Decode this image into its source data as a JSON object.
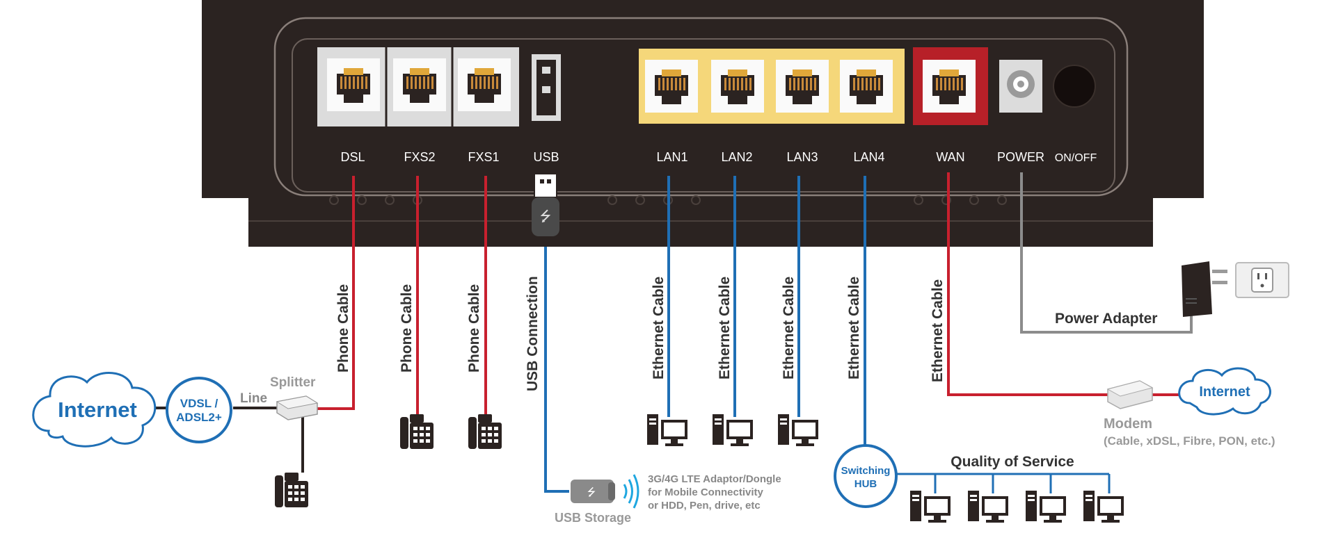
{
  "ports": {
    "dsl": "DSL",
    "fxs2": "FXS2",
    "fxs1": "FXS1",
    "usb": "USB",
    "lan1": "LAN1",
    "lan2": "LAN2",
    "lan3": "LAN3",
    "lan4": "LAN4",
    "wan": "WAN",
    "power": "POWER",
    "onoff": "ON/OFF"
  },
  "cables": {
    "dsl": "Phone Cable",
    "fxs2": "Phone Cable",
    "fxs1": "Phone Cable",
    "usb": "USB Connection",
    "lan1": "Ethernet Cable",
    "lan2": "Ethernet Cable",
    "lan3": "Ethernet Cable",
    "lan4": "Ethernet Cable",
    "wan": "Ethernet Cable"
  },
  "labels": {
    "internet_left": "Internet",
    "vdsl_line1": "VDSL /",
    "vdsl_line2": "ADSL2+",
    "line": "Line",
    "splitter": "Splitter",
    "usb_storage": "USB Storage",
    "dongle_line1": "3G/4G LTE Adaptor/Dongle",
    "dongle_line2": "for Mobile Connectivity",
    "dongle_line3": "or HDD, Pen, drive, etc",
    "switching_line1": "Switching",
    "switching_line2": "HUB",
    "qos": "Quality of Service",
    "modem": "Modem",
    "modem_types": "(Cable, xDSL, Fibre, PON, etc.)",
    "internet_right": "Internet",
    "power_adapter": "Power Adapter"
  },
  "colors": {
    "router_body": "#2b2321",
    "phone_cable": "#c8202e",
    "ethernet_cable": "#1f6fb5",
    "power_cable": "#8c8c8c",
    "lan_panel": "#f5d77a",
    "wan_panel": "#b72028",
    "cloud_border": "#1f6fb5",
    "cloud_text": "#1f6fb5"
  },
  "icons": [
    "rj11-port-icon",
    "rj45-port-icon",
    "usb-port-icon",
    "power-jack-icon",
    "power-button-icon",
    "telephone-icon",
    "desktop-pc-icon",
    "usb-dongle-icon",
    "signal-waves-icon",
    "splitter-icon",
    "modem-icon",
    "power-adapter-icon",
    "wall-socket-icon",
    "cloud-icon"
  ]
}
